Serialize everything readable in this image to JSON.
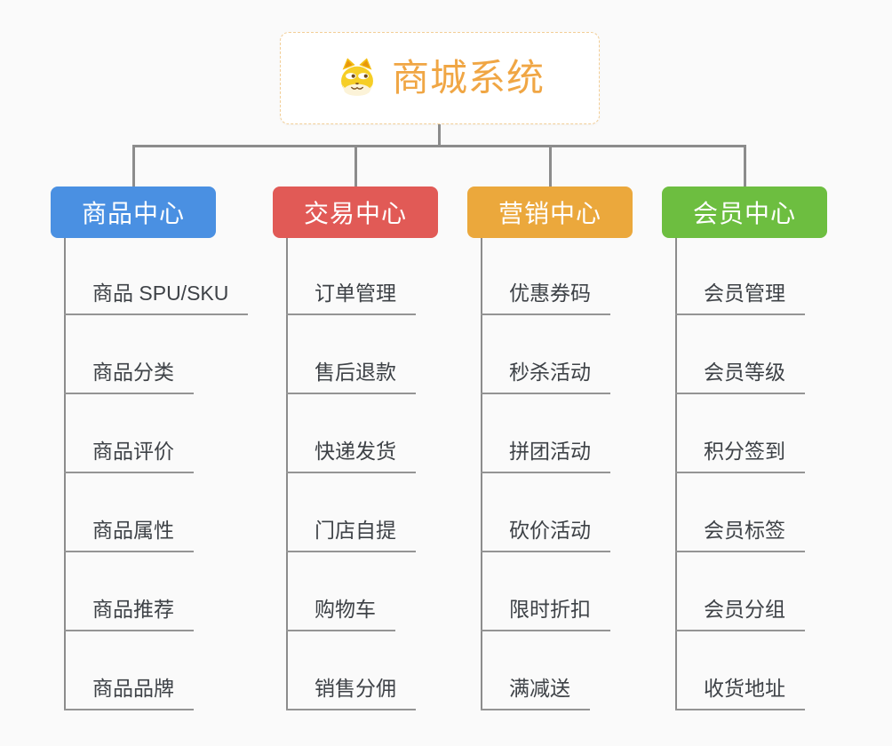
{
  "root": {
    "title": "商城系统",
    "accent": "#F0A644",
    "icon": "doge-icon"
  },
  "connector_color": "#8C8C8C",
  "branches": [
    {
      "label": "商品中心",
      "color": "#4A90E2",
      "items": [
        "商品 SPU/SKU",
        "商品分类",
        "商品评价",
        "商品属性",
        "商品推荐",
        "商品品牌"
      ]
    },
    {
      "label": "交易中心",
      "color": "#E15A56",
      "items": [
        "订单管理",
        "售后退款",
        "快递发货",
        "门店自提",
        "购物车",
        "销售分佣"
      ]
    },
    {
      "label": "营销中心",
      "color": "#EBA83C",
      "items": [
        "优惠券码",
        "秒杀活动",
        "拼团活动",
        "砍价活动",
        "限时折扣",
        "满减送"
      ]
    },
    {
      "label": "会员中心",
      "color": "#6DBE40",
      "items": [
        "会员管理",
        "会员等级",
        "积分签到",
        "会员标签",
        "会员分组",
        "收货地址"
      ]
    }
  ]
}
